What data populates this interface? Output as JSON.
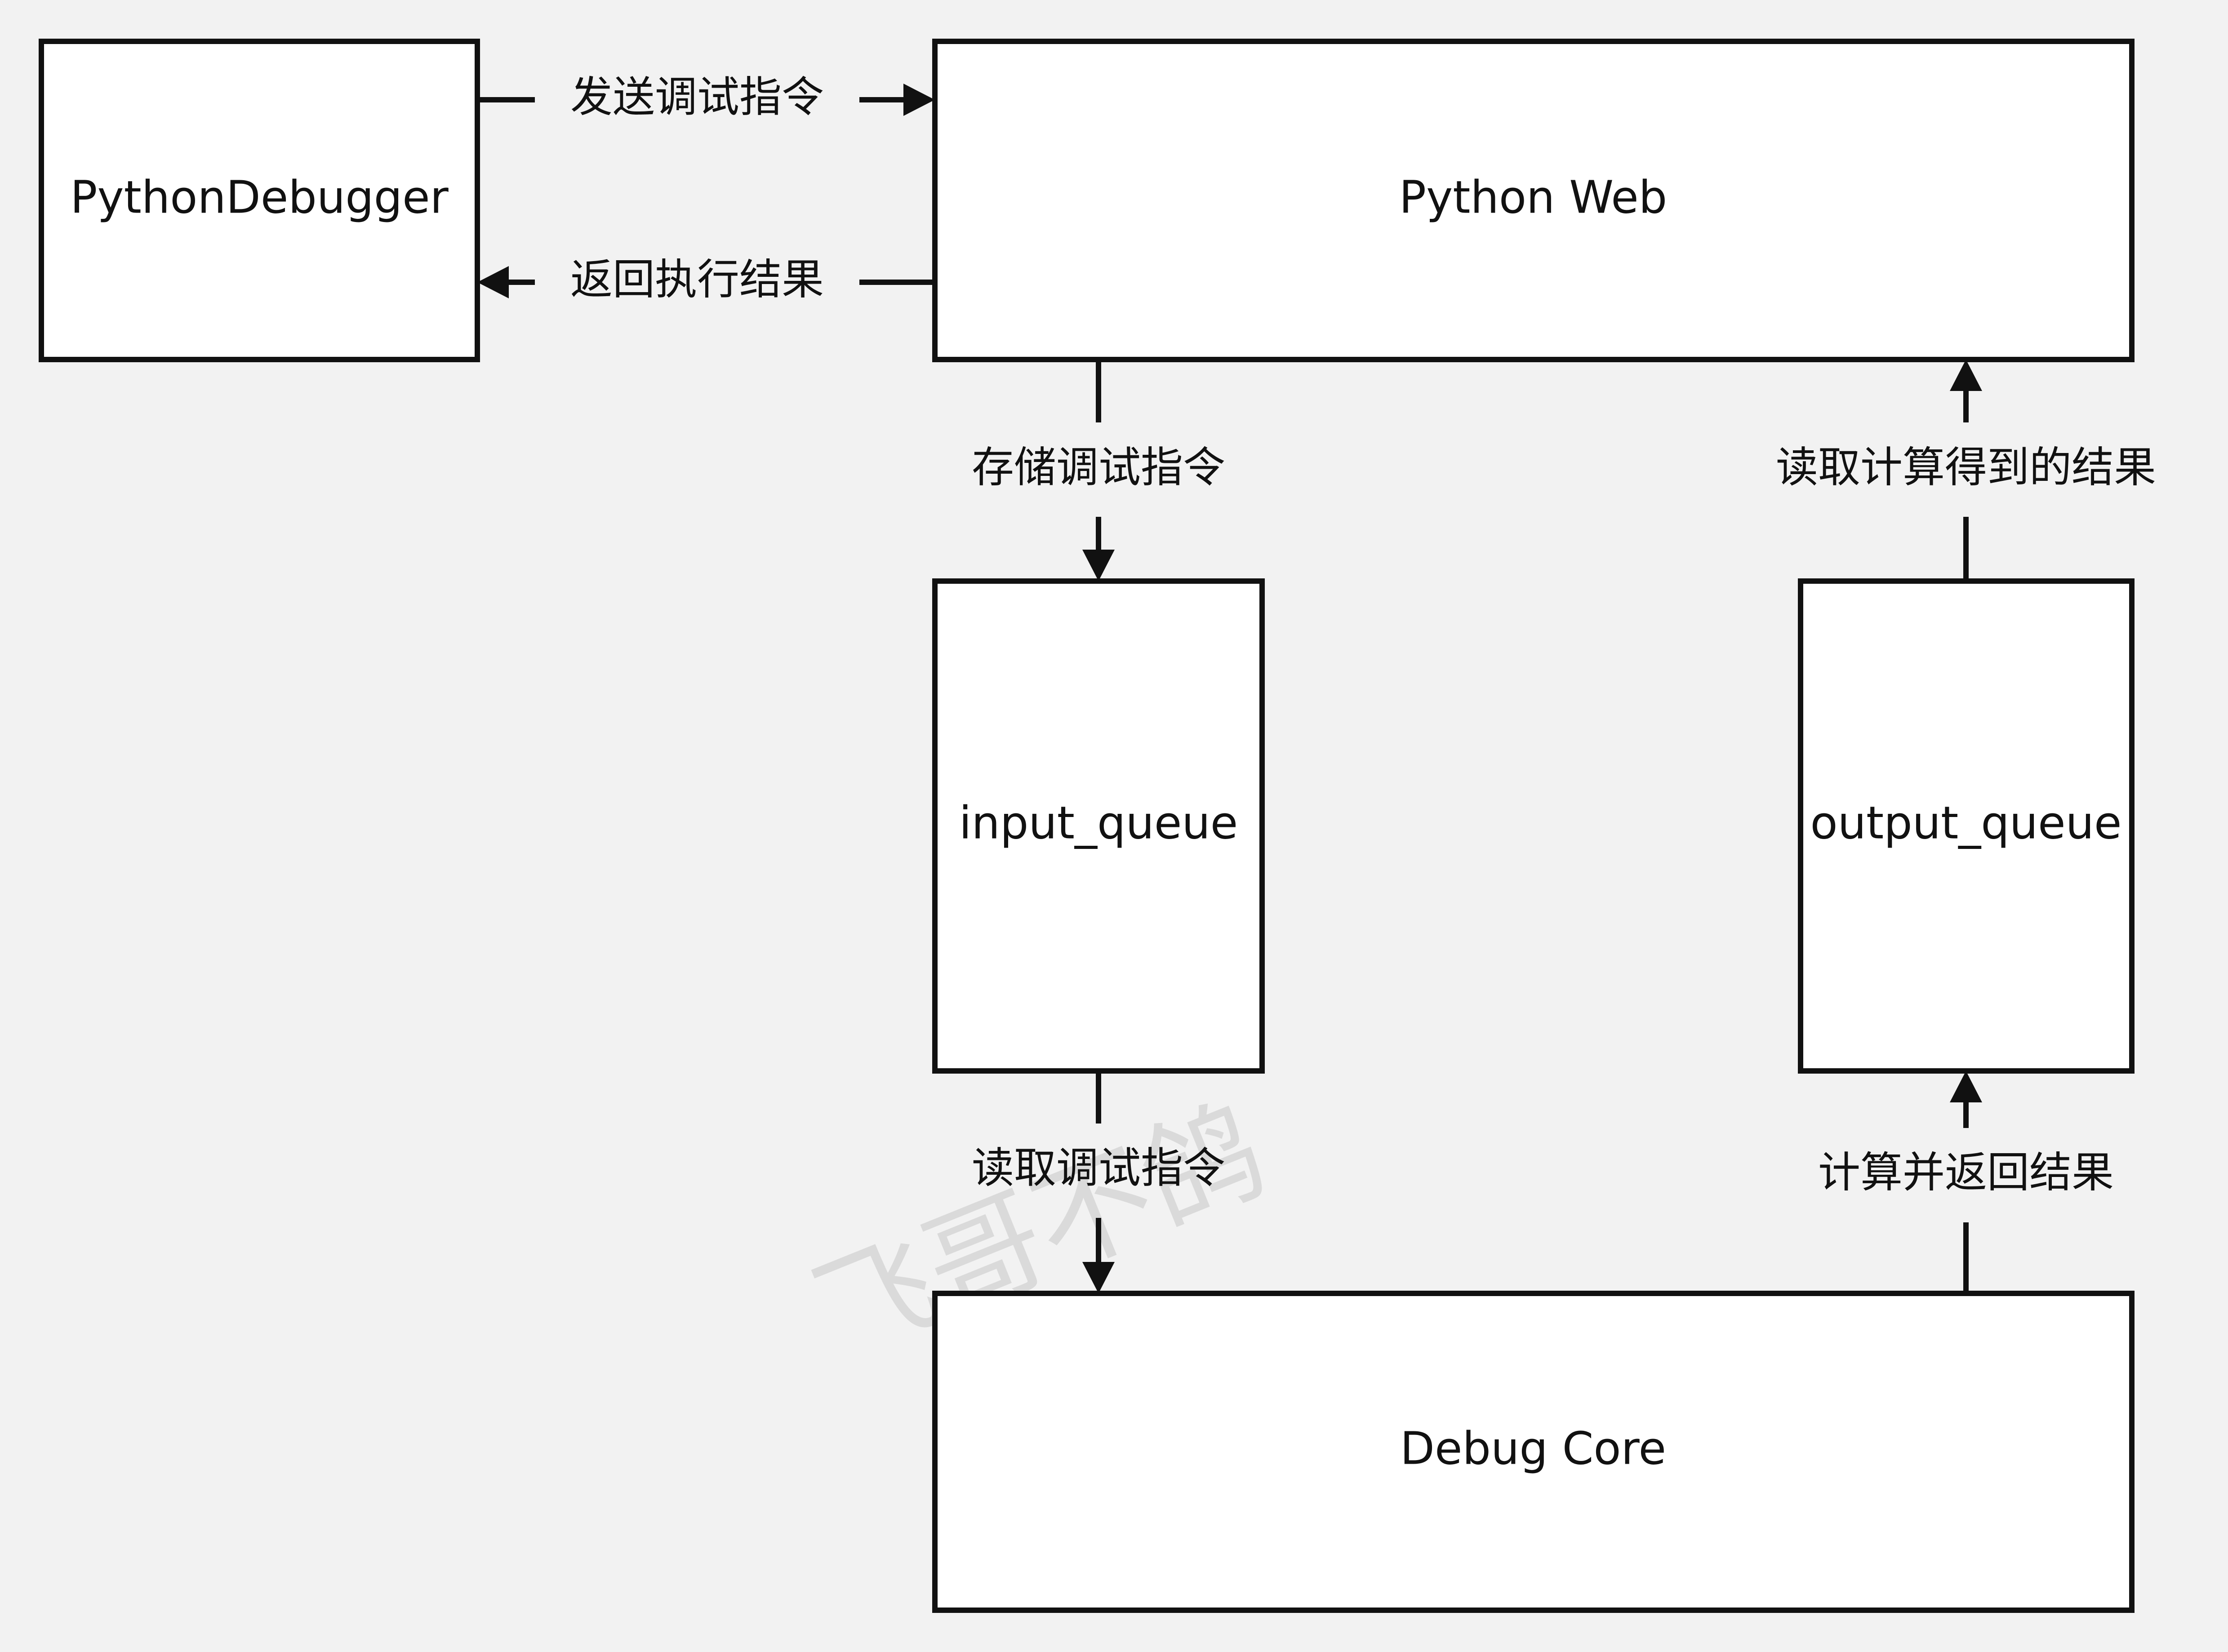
{
  "nodes": {
    "python_debugger": "PythonDebugger",
    "python_web": "Python Web",
    "input_queue": "input_queue",
    "output_queue": "output_queue",
    "debug_core": "Debug Core"
  },
  "edges": {
    "send_command": "发送调试指令",
    "return_result": "返回执行结果",
    "store_command": "存储调试指令",
    "read_result": "读取计算得到的结果",
    "read_command": "读取调试指令",
    "compute_return": "计算并返回结果"
  },
  "watermark": "飞哥不鸽"
}
